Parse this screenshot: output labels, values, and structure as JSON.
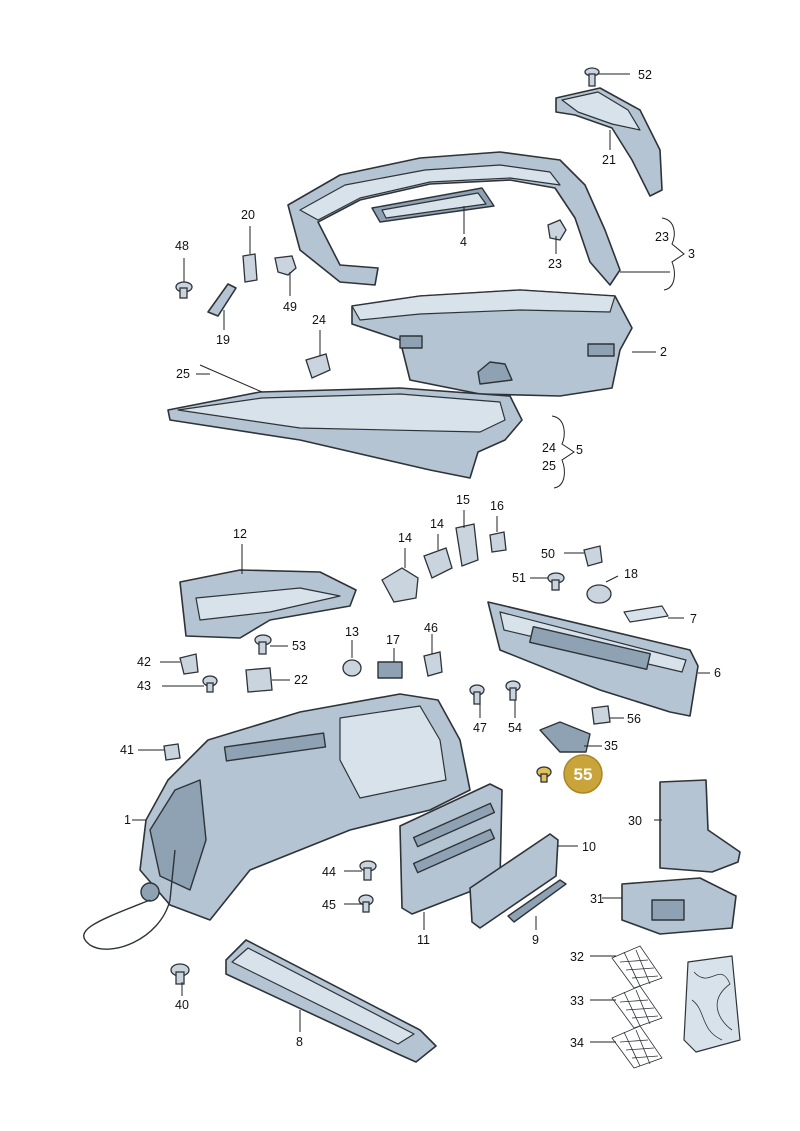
{
  "callouts": [
    {
      "id": "c52",
      "label": "52"
    },
    {
      "id": "c21",
      "label": "21"
    },
    {
      "id": "c4",
      "label": "4"
    },
    {
      "id": "c23a",
      "label": "23"
    },
    {
      "id": "c23b",
      "label": "23"
    },
    {
      "id": "c3",
      "label": "3"
    },
    {
      "id": "c20",
      "label": "20"
    },
    {
      "id": "c48",
      "label": "48"
    },
    {
      "id": "c49",
      "label": "49"
    },
    {
      "id": "c19",
      "label": "19"
    },
    {
      "id": "c24a",
      "label": "24"
    },
    {
      "id": "c2",
      "label": "2"
    },
    {
      "id": "c25a",
      "label": "25"
    },
    {
      "id": "c24b",
      "label": "24"
    },
    {
      "id": "c25b",
      "label": "25"
    },
    {
      "id": "c5",
      "label": "5"
    },
    {
      "id": "c15",
      "label": "15"
    },
    {
      "id": "c16",
      "label": "16"
    },
    {
      "id": "c14a",
      "label": "14"
    },
    {
      "id": "c14b",
      "label": "14"
    },
    {
      "id": "c12",
      "label": "12"
    },
    {
      "id": "c50",
      "label": "50"
    },
    {
      "id": "c51",
      "label": "51"
    },
    {
      "id": "c18",
      "label": "18"
    },
    {
      "id": "c7",
      "label": "7"
    },
    {
      "id": "c53",
      "label": "53"
    },
    {
      "id": "c13",
      "label": "13"
    },
    {
      "id": "c17",
      "label": "17"
    },
    {
      "id": "c46",
      "label": "46"
    },
    {
      "id": "c42",
      "label": "42"
    },
    {
      "id": "c22",
      "label": "22"
    },
    {
      "id": "c43",
      "label": "43"
    },
    {
      "id": "c6",
      "label": "6"
    },
    {
      "id": "c47",
      "label": "47"
    },
    {
      "id": "c54",
      "label": "54"
    },
    {
      "id": "c56",
      "label": "56"
    },
    {
      "id": "c41",
      "label": "41"
    },
    {
      "id": "c35",
      "label": "35"
    },
    {
      "id": "c30",
      "label": "30"
    },
    {
      "id": "c1",
      "label": "1"
    },
    {
      "id": "c10",
      "label": "10"
    },
    {
      "id": "c44",
      "label": "44"
    },
    {
      "id": "c45",
      "label": "45"
    },
    {
      "id": "c11",
      "label": "11"
    },
    {
      "id": "c9",
      "label": "9"
    },
    {
      "id": "c31",
      "label": "31"
    },
    {
      "id": "c32",
      "label": "32"
    },
    {
      "id": "c33",
      "label": "33"
    },
    {
      "id": "c34",
      "label": "34"
    },
    {
      "id": "c40",
      "label": "40"
    },
    {
      "id": "c8",
      "label": "8"
    }
  ],
  "highlight": {
    "label": "55",
    "color": "#c9a43a"
  },
  "colors": {
    "part_fill": "#b4c4d2",
    "outline": "#2e3338",
    "highlight": "#c9a43a"
  }
}
